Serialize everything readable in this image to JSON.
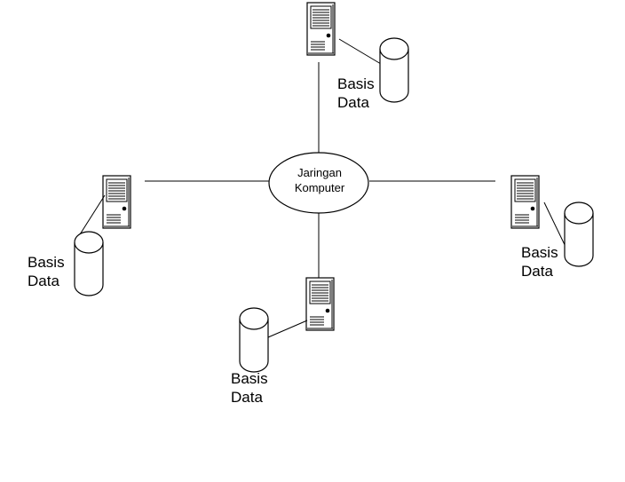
{
  "hub": {
    "line1": "Jaringan",
    "line2": "Komputer"
  },
  "nodes": {
    "top": {
      "line1": "Basis",
      "line2": "Data"
    },
    "left": {
      "line1": "Basis",
      "line2": "Data"
    },
    "right": {
      "line1": "Basis",
      "line2": "Data"
    },
    "bottom": {
      "line1": "Basis",
      "line2": "Data"
    }
  },
  "colors": {
    "stroke": "#000000",
    "background": "#ffffff"
  }
}
